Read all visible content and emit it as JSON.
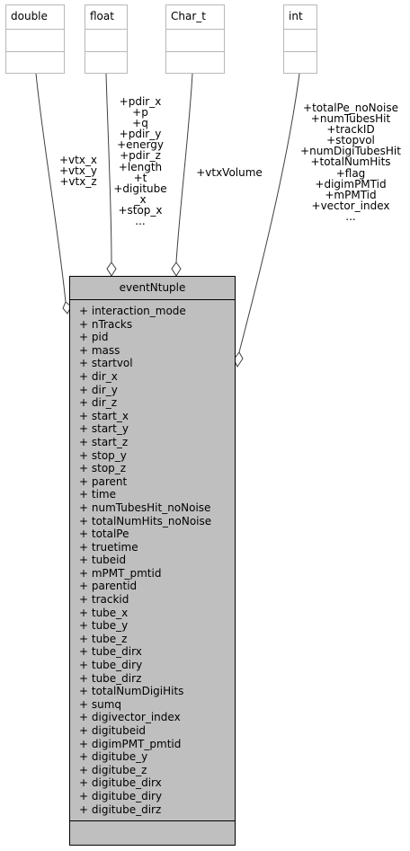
{
  "types": [
    {
      "id": "double",
      "name": "double"
    },
    {
      "id": "float",
      "name": "float"
    },
    {
      "id": "char",
      "name": "Char_t"
    },
    {
      "id": "int",
      "name": "int"
    }
  ],
  "main_class": {
    "name": "eventNtuple",
    "attributes": [
      "+ interaction_mode",
      "+ nTracks",
      "+ pid",
      "+ mass",
      "+ startvol",
      "+ dir_x",
      "+ dir_y",
      "+ dir_z",
      "+ start_x",
      "+ start_y",
      "+ start_z",
      "+ stop_y",
      "+ stop_z",
      "+ parent",
      "+ time",
      "+ numTubesHit_noNoise",
      "+ totalNumHits_noNoise",
      "+ totalPe",
      "+ truetime",
      "+ tubeid",
      "+ mPMT_pmtid",
      "+ parentid",
      "+ trackid",
      "+ tube_x",
      "+ tube_y",
      "+ tube_z",
      "+ tube_dirx",
      "+ tube_diry",
      "+ tube_dirz",
      "+ totalNumDigiHits",
      "+ sumq",
      "+ digivector_index",
      "+ digitubeid",
      "+ digimPMT_pmtid",
      "+ digitube_y",
      "+ digitube_z",
      "+ digitube_dirx",
      "+ digitube_diry",
      "+ digitube_dirz"
    ]
  },
  "edge_labels": {
    "double": [
      "+vtx_x",
      "+vtx_y",
      "+vtx_z"
    ],
    "float": [
      "+pdir_x",
      "+p",
      "+q",
      "+pdir_y",
      "+energy",
      "+pdir_z",
      "+length",
      "+t",
      "+digitube",
      "_x",
      "+stop_x",
      "..."
    ],
    "char": [
      "+vtxVolume"
    ],
    "int": [
      "+totalPe_noNoise",
      "+numTubesHit",
      "+trackID",
      "+stopvol",
      "+numDigiTubesHit",
      "+totalNumHits",
      "+flag",
      "+digimPMTid",
      "+mPMTid",
      "+vector_index",
      "..."
    ]
  }
}
